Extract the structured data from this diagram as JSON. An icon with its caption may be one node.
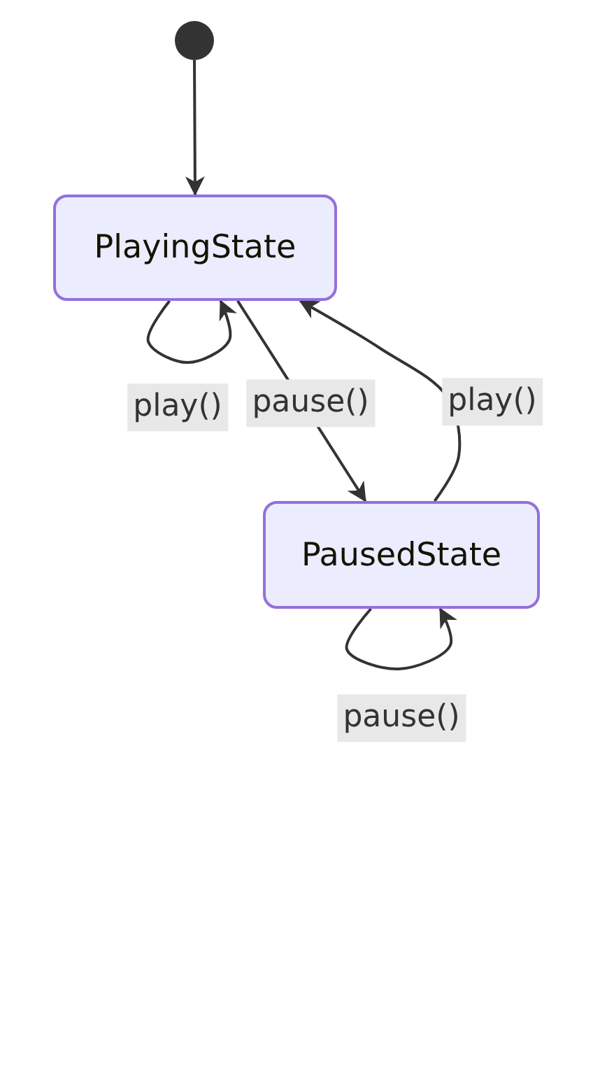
{
  "diagram": {
    "nodes": [
      {
        "text": [],
        "shape": "circle"
      },
      {
        "text": [
          "PlayingState"
        ]
      },
      {
        "text": [
          "PausedState"
        ]
      }
    ],
    "edges": [
      {
        "from": 0,
        "to": 1,
        "arrow": "to"
      },
      {
        "from": 1,
        "to": 1,
        "arrow": "to",
        "label": "play()"
      },
      {
        "from": 1,
        "to": 2,
        "arrow": "to",
        "label": "pause()"
      },
      {
        "from": 2,
        "to": 1,
        "arrow": "to",
        "label": "play()"
      },
      {
        "from": 2,
        "to": 2,
        "arrow": "to",
        "label": "pause()"
      }
    ]
  }
}
